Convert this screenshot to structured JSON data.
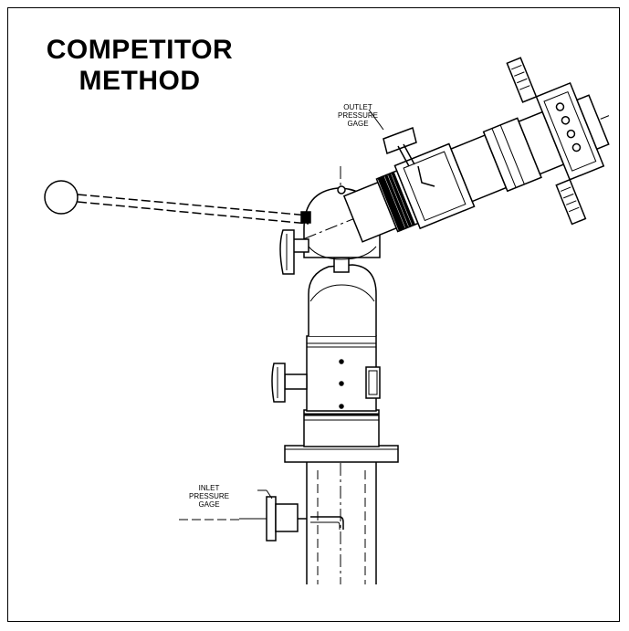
{
  "title": {
    "line1": "COMPETITOR",
    "line2": "METHOD"
  },
  "labels": {
    "outlet": [
      "OUTLET",
      "PRESSURE",
      "GAGE"
    ],
    "inlet": [
      "INLET",
      "PRESSURE",
      "GAGE"
    ]
  },
  "colors": {
    "line": "#000000",
    "background": "#ffffff"
  }
}
